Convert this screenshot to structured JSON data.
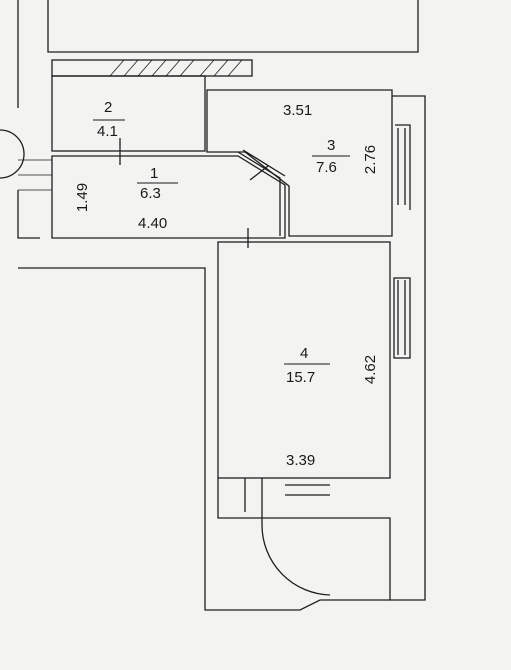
{
  "rooms": [
    {
      "number": "1",
      "area": "6.3",
      "dimension": "4.40",
      "side_dimension": "1.49"
    },
    {
      "number": "2",
      "area": "4.1"
    },
    {
      "number": "3",
      "area": "7.6",
      "dimension": "3.51",
      "side_dimension": "2.76"
    },
    {
      "number": "4",
      "area": "15.7",
      "dimension": "3.39",
      "side_dimension": "4.62"
    }
  ]
}
